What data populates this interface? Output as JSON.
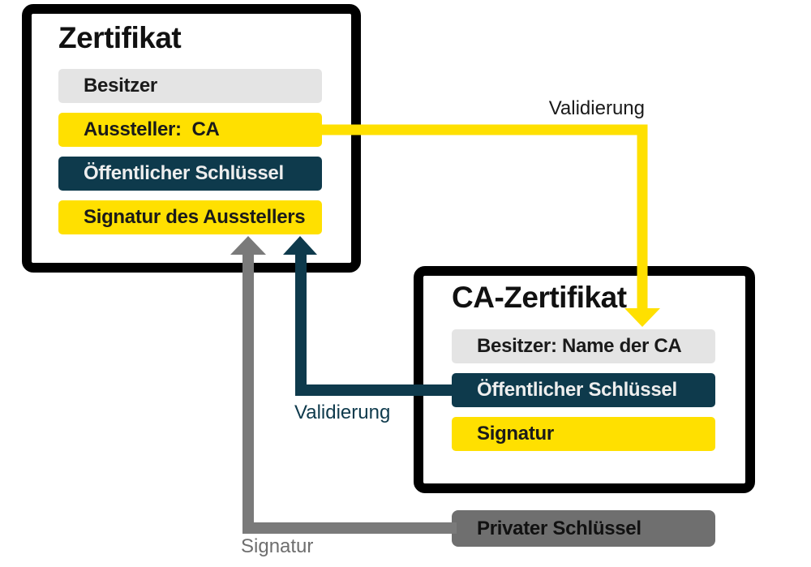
{
  "diagram_title": "Certificate chain validation diagram",
  "colors": {
    "yellow": "#ffe000",
    "teal": "#0e3a4c",
    "light_gray_row": "#e4e4e4",
    "private_key_gray": "#6f6f6f",
    "arrow_gray": "#7a7a7a",
    "border_black": "#000000",
    "label_gray": "#6e6e6e"
  },
  "certificate_box": {
    "title": "Zertifikat",
    "rows": [
      {
        "label": "Besitzer",
        "color": "#e4e4e4"
      },
      {
        "label": "Aussteller:  CA",
        "color": "#ffe000"
      },
      {
        "label": "Öffentlicher Schlüssel",
        "color": "#0e3a4c"
      },
      {
        "label": "Signatur des Ausstellers",
        "color": "#ffe000"
      }
    ]
  },
  "ca_certificate_box": {
    "title": "CA-Zertifikat",
    "rows": [
      {
        "label": "Besitzer: Name der CA",
        "color": "#e4e4e4"
      },
      {
        "label": "Öffentlicher Schlüssel",
        "color": "#0e3a4c"
      },
      {
        "label": "Signatur",
        "color": "#ffe000"
      }
    ]
  },
  "private_key_box": {
    "label": "Privater Schlüssel"
  },
  "labels": {
    "validation_top": "Validierung",
    "validation_middle": "Validierung",
    "signature_bottom": "Signatur"
  },
  "arrows": [
    {
      "name": "validation-arrow-yellow",
      "from": "Aussteller: CA",
      "to": "Besitzer: Name der CA",
      "color": "#ffe000"
    },
    {
      "name": "validation-arrow-teal",
      "from": "Öffentlicher Schlüssel (CA-Zertifikat)",
      "to": "Signatur des Ausstellers",
      "color": "#0e3a4c"
    },
    {
      "name": "signature-arrow-gray",
      "from": "Privater Schlüssel",
      "to": "Signatur des Ausstellers",
      "color": "#7a7a7a"
    }
  ]
}
